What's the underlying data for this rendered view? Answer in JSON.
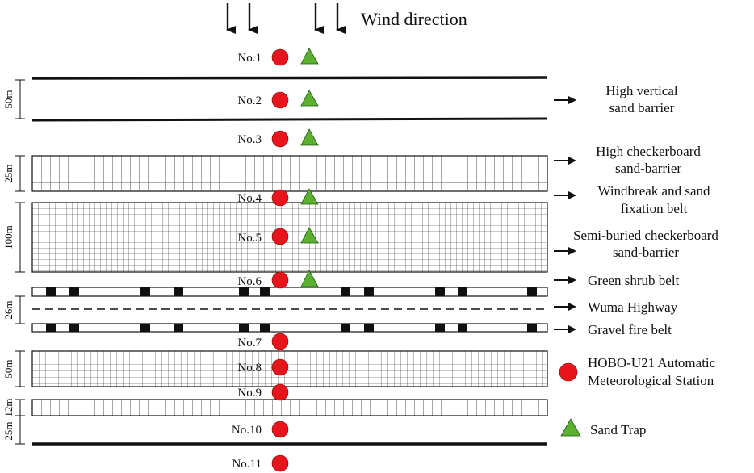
{
  "wind": {
    "label": "Wind direction"
  },
  "stations": [
    {
      "id": "No.1",
      "trap": true
    },
    {
      "id": "No.2",
      "trap": true
    },
    {
      "id": "No.3",
      "trap": true
    },
    {
      "id": "No.4",
      "trap": true
    },
    {
      "id": "No.5",
      "trap": true
    },
    {
      "id": "No.6",
      "trap": true
    },
    {
      "id": "No.7",
      "trap": false
    },
    {
      "id": "No.8",
      "trap": false
    },
    {
      "id": "No.9",
      "trap": false
    },
    {
      "id": "No.10",
      "trap": false
    },
    {
      "id": "No.11",
      "trap": false
    }
  ],
  "belts": [
    {
      "lines": [
        "High vertical",
        "sand barrier"
      ]
    },
    {
      "lines": [
        "High checkerboard",
        "sand-barrier"
      ]
    },
    {
      "lines": [
        "Windbreak and sand",
        "fixation belt"
      ]
    },
    {
      "lines": [
        "Semi-buried checkerboard",
        "sand-barrier"
      ]
    },
    {
      "lines": [
        "Green shrub belt"
      ]
    },
    {
      "lines": [
        "Wuma Highway"
      ]
    },
    {
      "lines": [
        "Gravel fire belt"
      ]
    }
  ],
  "dimensions": [
    "50m",
    "25m",
    "100m",
    "26m",
    "50m",
    "12m",
    "25m"
  ],
  "legend": {
    "station": [
      "HOBO-U21 Automatic",
      "Meteorological Station"
    ],
    "trap": "Sand Trap"
  },
  "colors": {
    "station_fill": "#e8141c",
    "trap_fill": "#5cb030",
    "ink": "#111111"
  }
}
